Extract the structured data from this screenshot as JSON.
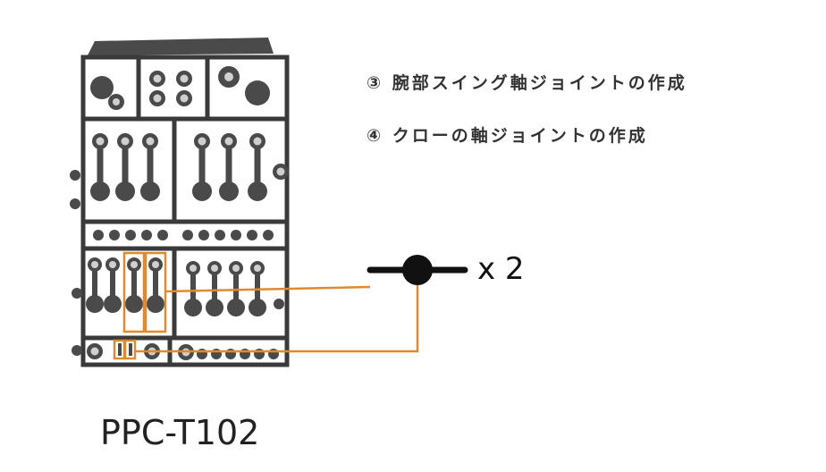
{
  "steps": {
    "step3": "③ 腕部スイング軸ジョイントの作成",
    "step4": "④ クローの軸ジョイントの作成"
  },
  "part_callout": {
    "quantity_label": "x 2",
    "highlight_color": "#e08a2c"
  },
  "sprue": {
    "part_number": "PPC-T102",
    "plastic_color": "#4a4a4a",
    "frame_color": "#3a3a3a"
  }
}
